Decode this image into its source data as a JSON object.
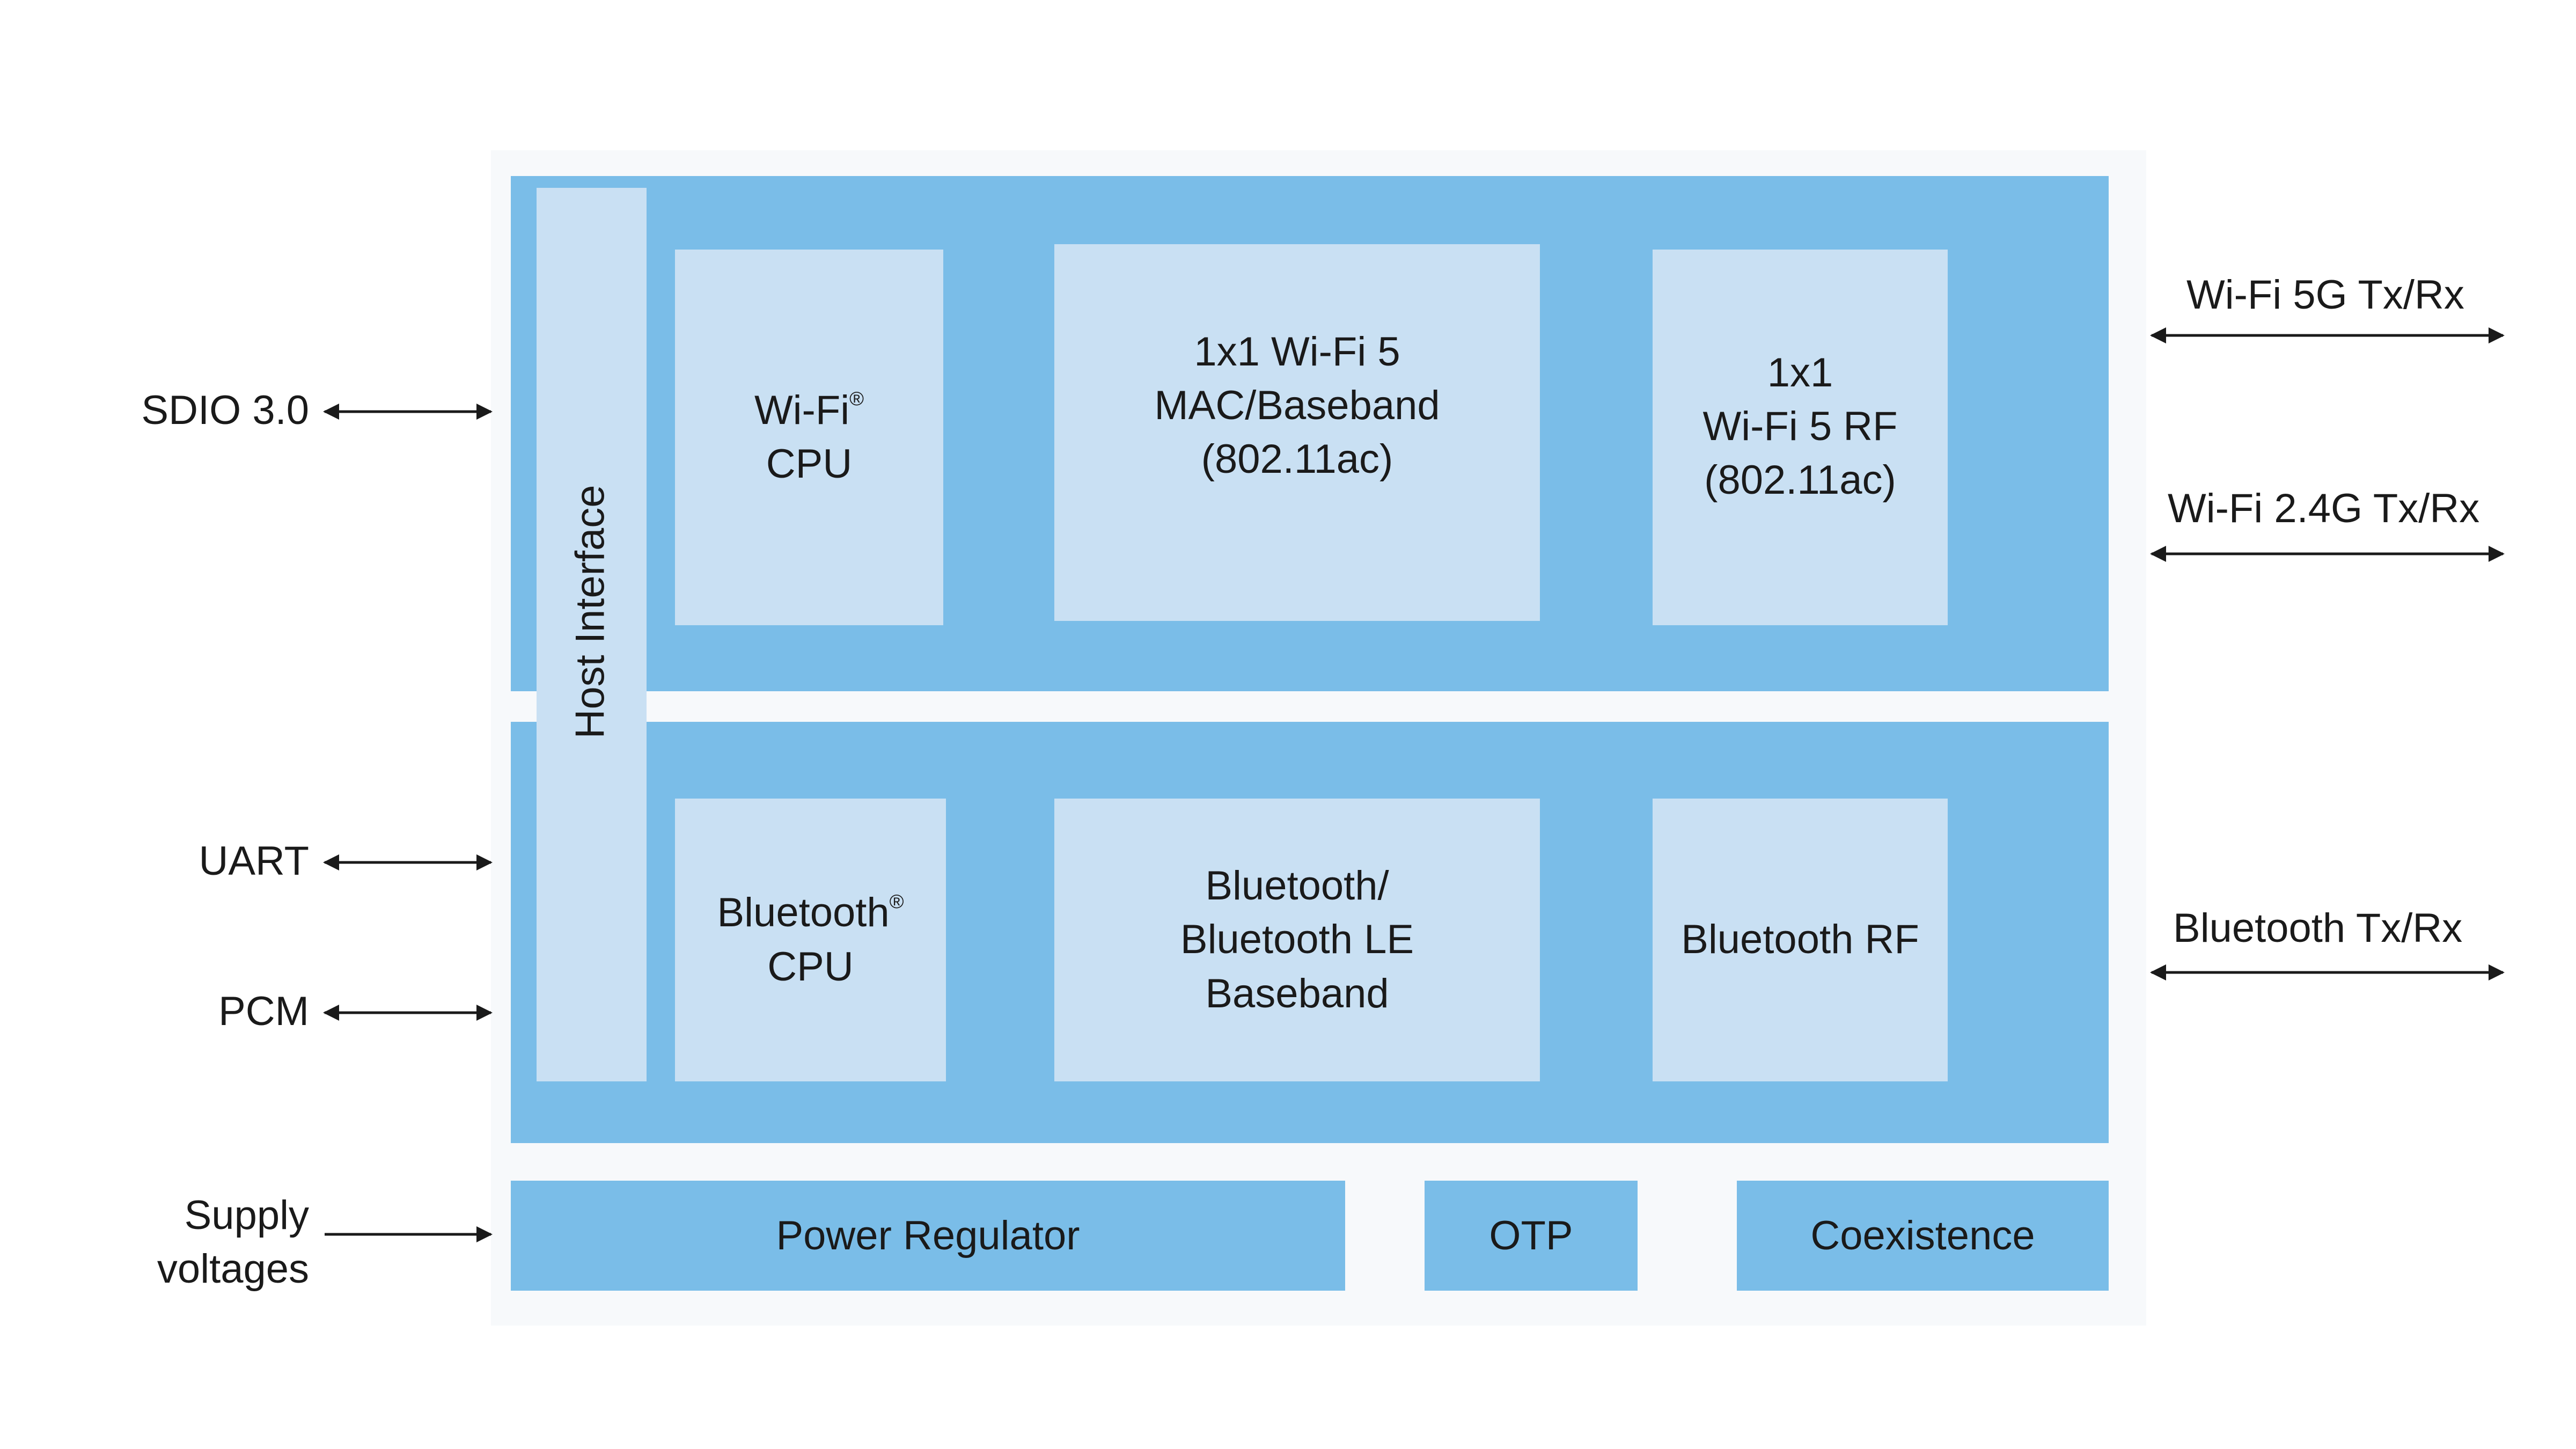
{
  "blocks": {
    "host_interface": "Host Interface",
    "wifi_cpu": {
      "line1": "Wi-Fi",
      "reg": "®",
      "line2": "CPU"
    },
    "wifi_mac": {
      "line1": "1x1 Wi-Fi 5",
      "line2": "MAC/Baseband",
      "line3": "(802.11ac)"
    },
    "wifi_rf": {
      "line1": "1x1",
      "line2": "Wi-Fi 5 RF",
      "line3": "(802.11ac)"
    },
    "bt_cpu": {
      "line1": "Bluetooth",
      "reg": "®",
      "line2": "CPU"
    },
    "bt_baseband": {
      "line1": "Bluetooth/",
      "line2": "Bluetooth LE",
      "line3": "Baseband"
    },
    "bt_rf": "Bluetooth RF",
    "power_regulator": "Power Regulator",
    "otp": "OTP",
    "coexistence": "Coexistence"
  },
  "left_signals": {
    "sdio": "SDIO 3.0",
    "uart": "UART",
    "pcm": "PCM",
    "supply_line1": "Supply",
    "supply_line2": "voltages"
  },
  "right_signals": {
    "wifi_5g": "Wi-Fi 5G Tx/Rx",
    "wifi_24g": "Wi-Fi 2.4G Tx/Rx",
    "bt": "Bluetooth Tx/Rx"
  },
  "colors": {
    "band": "#7abde8",
    "block": "#c9e0f3",
    "outer": "#f7f9fb",
    "text": "#1a1a1a"
  }
}
